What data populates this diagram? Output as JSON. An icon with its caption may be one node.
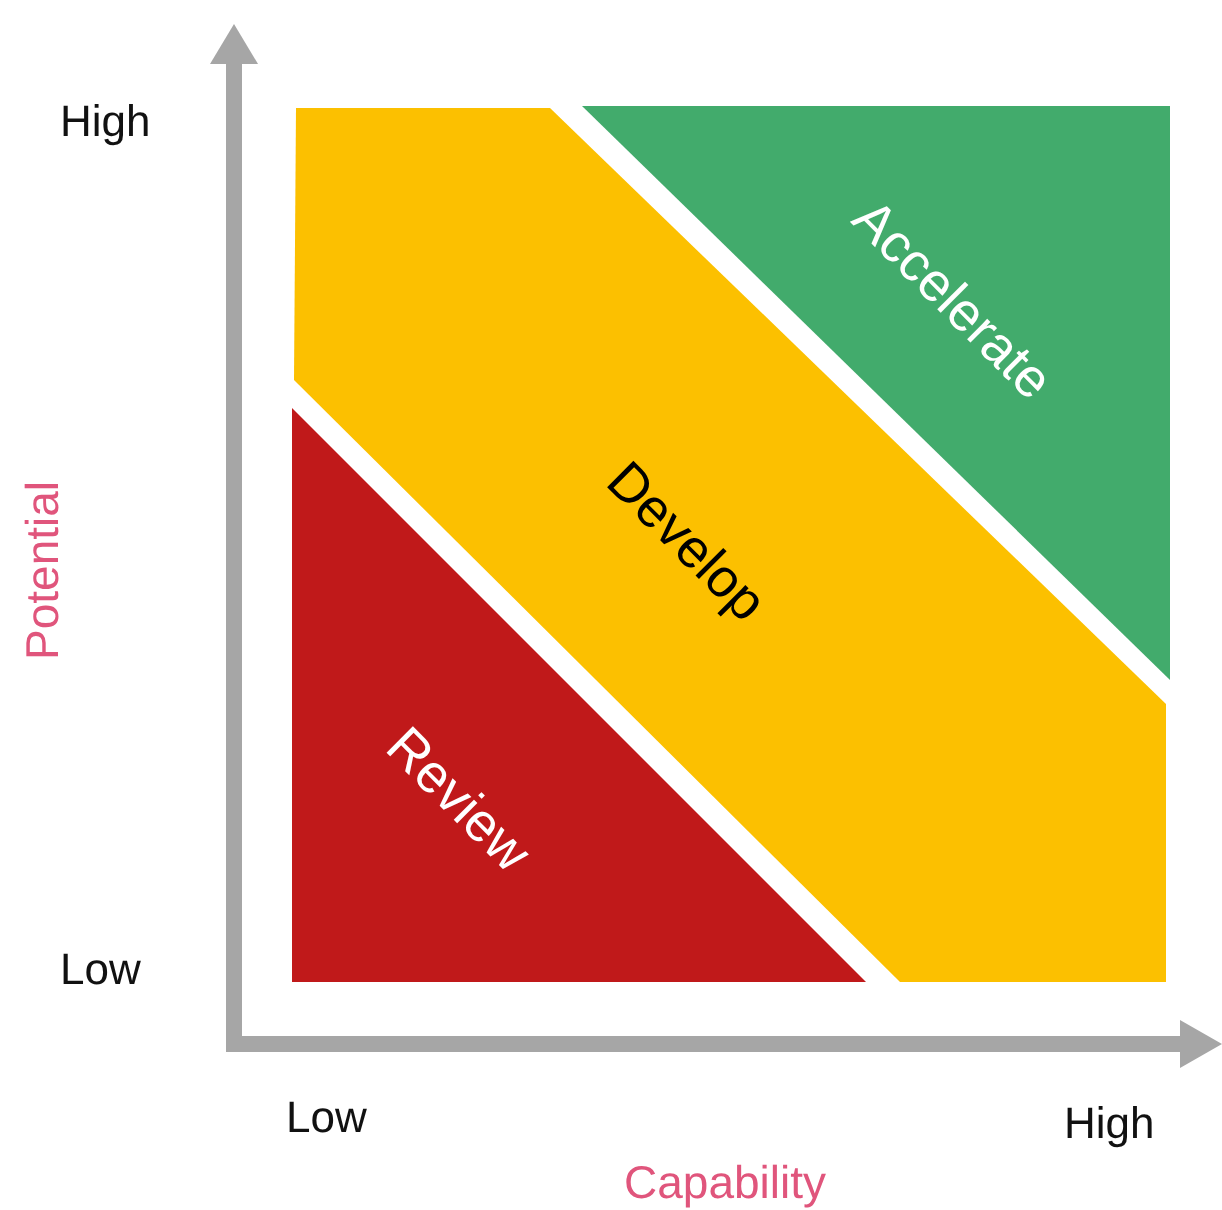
{
  "diagram": {
    "nodes": [
      {
        "text": [
          "Accelerate"
        ]
      },
      {
        "text": [
          "Develop"
        ]
      },
      {
        "text": [
          "Review"
        ]
      }
    ],
    "labels": [
      "High",
      "Potential",
      "Low",
      "Low",
      "High",
      "Capability"
    ]
  }
}
